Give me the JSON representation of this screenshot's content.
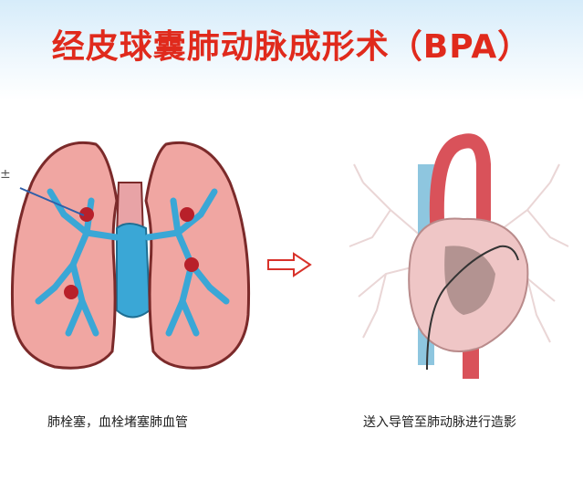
{
  "slide": {
    "title": "经皮球囊肺动脉成形术（BPA）",
    "stub_mark": "±"
  },
  "figures": {
    "left_caption": "肺栓塞，血栓堵塞肺血管",
    "right_caption": "送入导管至肺动脉进行造影"
  },
  "colors": {
    "title": "#e02a1c",
    "lung_fill": "#f0a6a2",
    "lung_stroke": "#7b2a2a",
    "vessel_blue": "#3aa7d6",
    "clot_red": "#b8202a",
    "heart_red": "#d9525a",
    "vein_blue": "#8ec6df",
    "arrow_red": "#d8322a"
  },
  "icons": {
    "transition_arrow": "right-outline-arrow-icon"
  }
}
